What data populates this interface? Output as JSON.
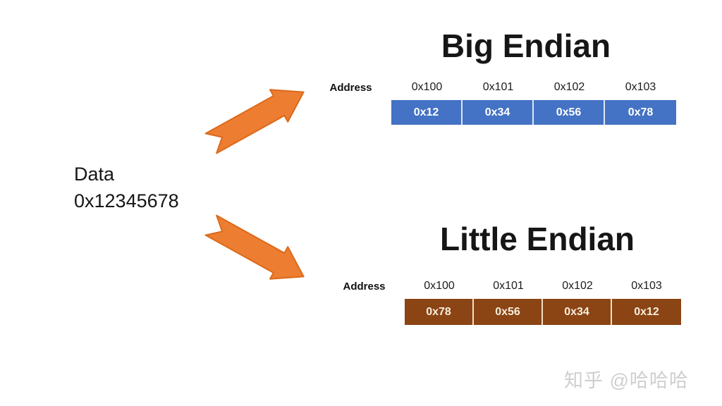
{
  "data_block": {
    "label": "Data",
    "value": "0x12345678"
  },
  "sections": [
    {
      "id": "big-endian",
      "title": "Big Endian",
      "address_label": "Address",
      "addresses": [
        "0x100",
        "0x101",
        "0x102",
        "0x103"
      ],
      "bytes": [
        "0x12",
        "0x34",
        "0x56",
        "0x78"
      ],
      "cell_color": "#4472C4",
      "cell_text_color": "#FFFFFF",
      "divider_color": "#DDE6F4"
    },
    {
      "id": "little-endian",
      "title": "Little Endian",
      "address_label": "Address",
      "addresses": [
        "0x100",
        "0x101",
        "0x102",
        "0x103"
      ],
      "bytes": [
        "0x78",
        "0x56",
        "0x34",
        "0x12"
      ],
      "cell_color": "#8B4414",
      "cell_text_color": "#F8EEDC",
      "divider_color": "#F2DFC6"
    }
  ],
  "arrows": {
    "fill": "#ED7D31",
    "stroke": "#DB6A1A"
  },
  "watermark": {
    "text": "知乎 @哈哈哈",
    "color": "#cfcfcf"
  }
}
